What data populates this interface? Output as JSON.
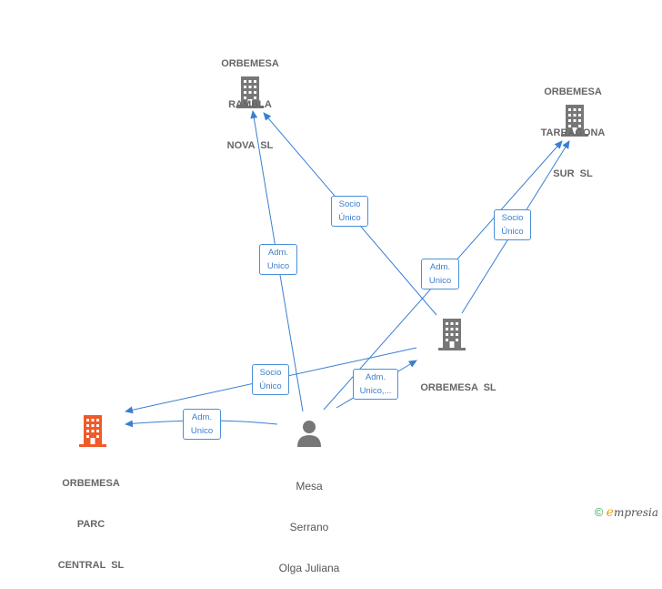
{
  "nodes": {
    "rambla": {
      "lines": [
        "ORBEMESA",
        "RAMBLA",
        "NOVA  SL"
      ],
      "icon": "building-icon",
      "color": "#777777"
    },
    "tarragona": {
      "lines": [
        "ORBEMESA",
        "TARRAGONA",
        "SUR  SL"
      ],
      "icon": "building-icon",
      "color": "#777777"
    },
    "orbemesa": {
      "lines": [
        "ORBEMESA  SL"
      ],
      "icon": "building-icon",
      "color": "#777777"
    },
    "parc": {
      "lines": [
        "ORBEMESA",
        "PARC",
        "CENTRAL  SL"
      ],
      "icon": "building-icon",
      "color": "#f05a28"
    },
    "person": {
      "lines": [
        "Mesa",
        "Serrano",
        "Olga Juliana"
      ],
      "icon": "person-icon",
      "color": "#777777"
    }
  },
  "edge_labels": {
    "socio_rambla": [
      "Socio",
      "Único"
    ],
    "adm_rambla": [
      "Adm.",
      "Unico"
    ],
    "adm_tarragona": [
      "Adm.",
      "Unico"
    ],
    "socio_tarragona": [
      "Socio",
      "Único"
    ],
    "socio_parc": [
      "Socio",
      "Único"
    ],
    "adm_parc": [
      "Adm.",
      "Unico"
    ],
    "adm_orbemesa": [
      "Adm.",
      "Unico,..."
    ]
  },
  "colors": {
    "edge": "#3a7fd0",
    "building": "#777777",
    "focus_building": "#f05a28"
  },
  "brand": {
    "symbol": "©",
    "e": "e",
    "rest": "mpresia"
  }
}
